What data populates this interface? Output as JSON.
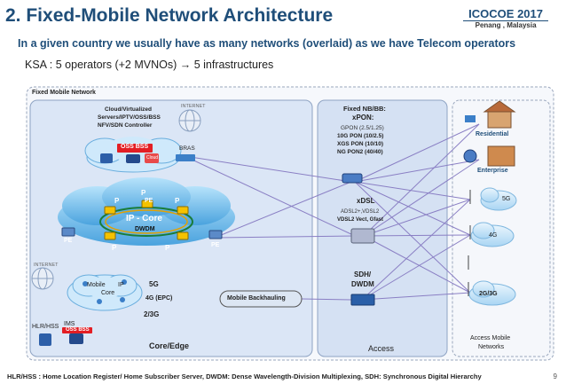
{
  "header": {
    "title": "2. Fixed-Mobile Network Architecture",
    "conference": "ICOCOE 2017",
    "location": "Penang , Malaysia",
    "subtitle": "In a given country  we usually have as many networks (overlaid) as we have Telecom operators",
    "ksa_line": "KSA :  5 operators (+2 MVNOs) → 5 infrastructures"
  },
  "diagram": {
    "outer_label": "Fixed Mobile Network",
    "core_edge_label": "Core/Edge",
    "access_label": "Access",
    "core": {
      "cloud_virt": "Cloud/Virtualized",
      "servers_line": "Servers/IPTV/OSS/BSS",
      "nfv_line": "NFV/SDN Controller",
      "internet_top": "INTERNET",
      "oss_bss": "OSS BSS",
      "cloud_small": "Cloud",
      "bras": "BRAS",
      "p1": "P",
      "p2": "P",
      "p3": "P",
      "p4": "P",
      "pe_top": "PE",
      "ip_core": "IP - Core",
      "dwdm": "DWDM",
      "pe_left": "PE",
      "pe_right": "PE",
      "internet_left": "INTERNET",
      "mobile_ip_core_1": "Mobile",
      "mobile_ip_core_2": "IP",
      "mobile_ip_core_3": "Core",
      "g5": "5G",
      "g4": "4G (EPC)",
      "g23": "2/3G",
      "hlr": "HLR/HSS",
      "ims": "IMS",
      "oss_bss_bottom": "OSS BSS",
      "mobile_backhauling": "Mobile Backhauling"
    },
    "access": {
      "fixed_nb": "Fixed NB/BB:",
      "xpon": "xPON:",
      "gpon": "GPON  (2.5/1.25)",
      "g10pon": "10G PON (10/2.5)",
      "xgspon": "XGS PON (10/10)",
      "ngpon2": "NG PON2 (40/40)",
      "xdsl": "xDSL",
      "adsl": "ADSL2+,VDSL2",
      "vdsl2": "VDSL2 Vect, Gfast",
      "sdh": "SDH/",
      "dwdm": "DWDM"
    },
    "endpoints": {
      "residential": "Residential",
      "enterprise": "Enterprise",
      "cell_5g": "5G",
      "cell_4g": "4G",
      "cell_23g": "2G/3G",
      "access_mobile_1": "Access Mobile",
      "access_mobile_2": "Networks"
    }
  },
  "footer": {
    "text": "HLR/HSS : Home Location Register/ Home Subscriber Server,    DWDM: Dense Wavelength-Division Multiplexing, SDH: Synchronous Digital Hierarchy",
    "page": "9"
  },
  "colors": {
    "title": "#1f4e79",
    "access_bg": "#d7e3f4",
    "core_bg": "#dde7f5",
    "link": "#8a7fc4",
    "cloud": "#7fc8f0"
  }
}
